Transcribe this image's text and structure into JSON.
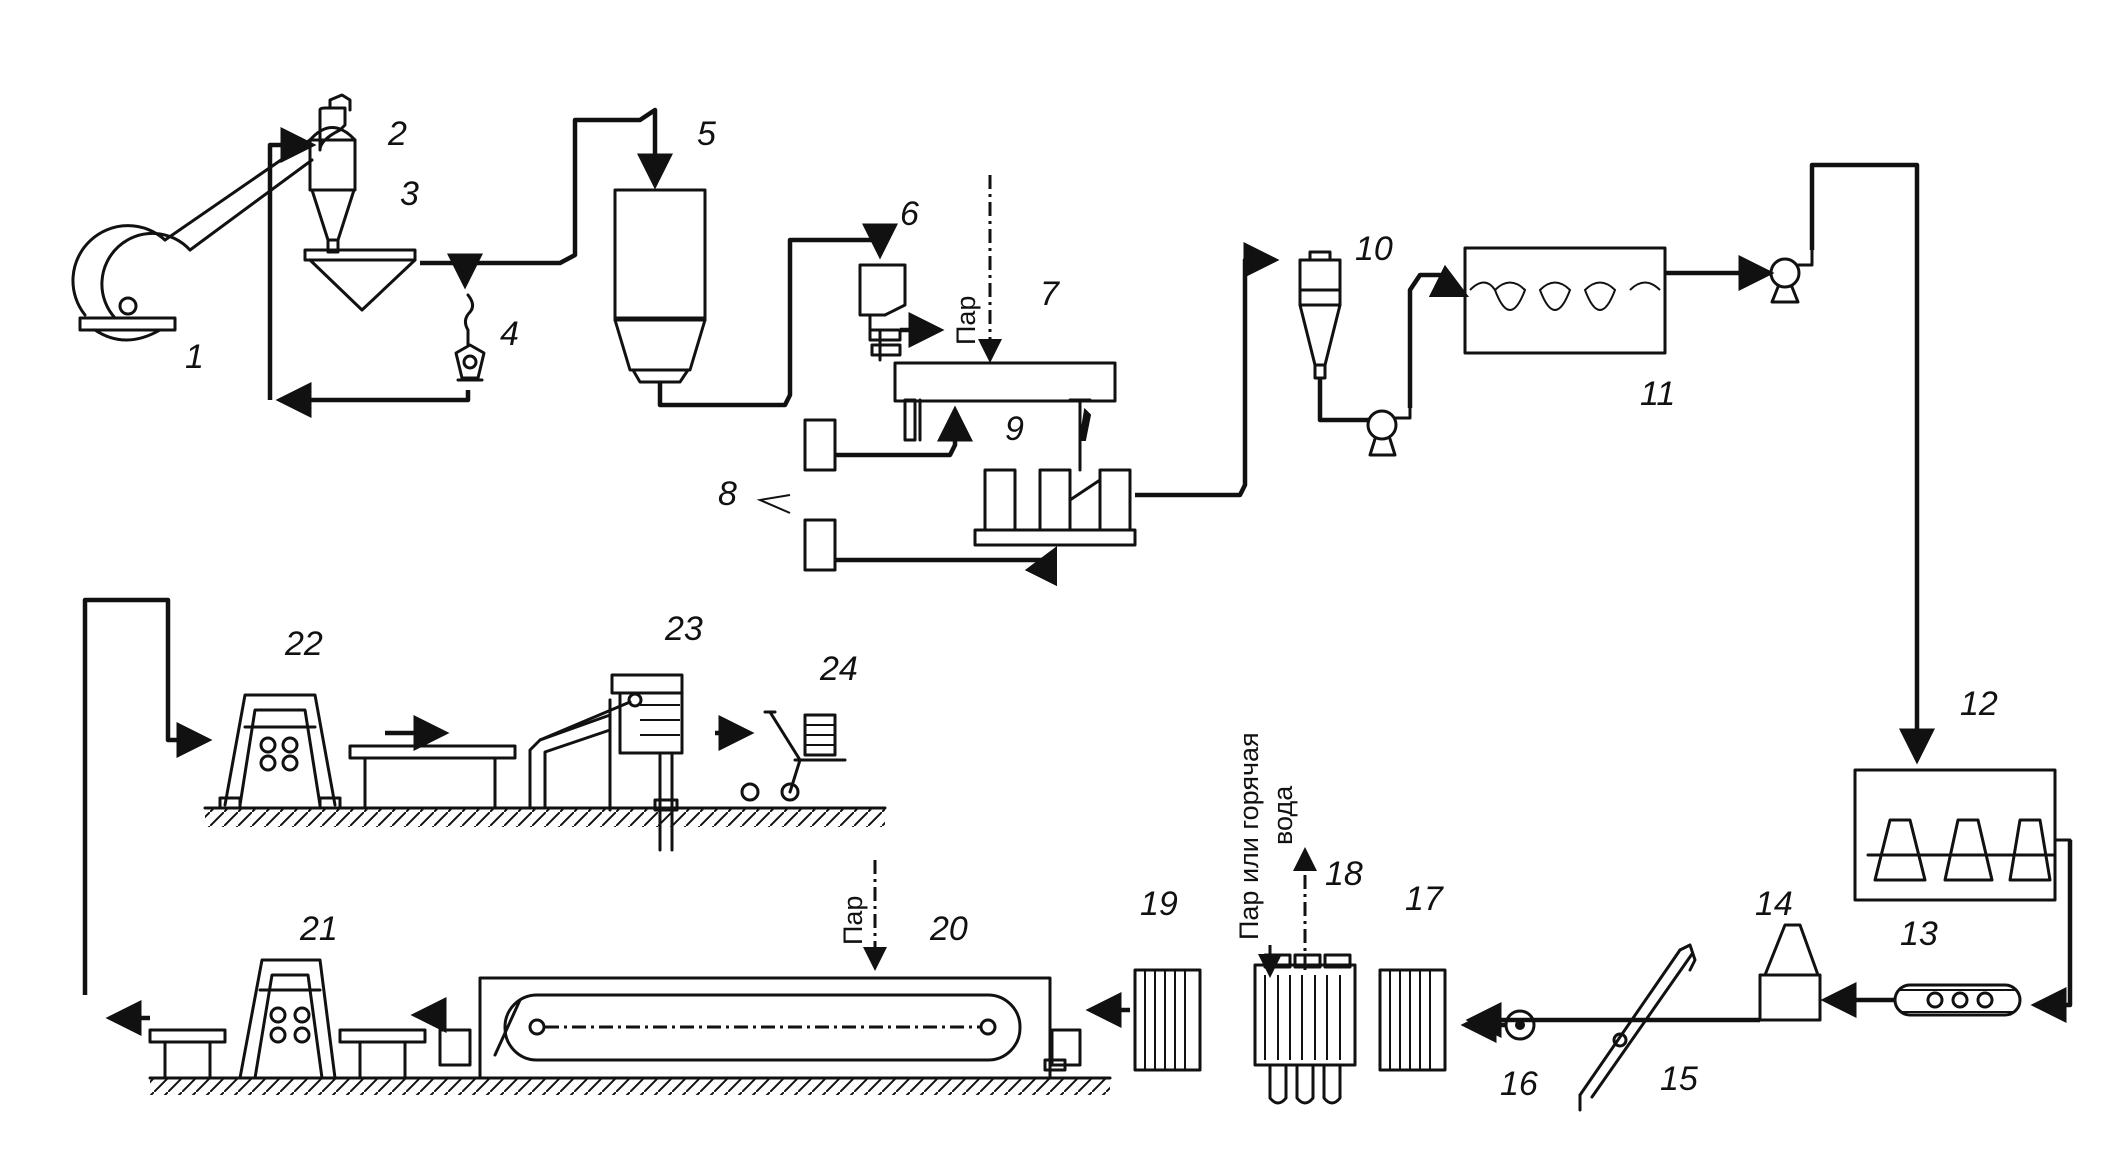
{
  "labels": {
    "n1": "1",
    "n2": "2",
    "n3": "3",
    "n4": "4",
    "n5": "5",
    "n6": "6",
    "n7": "7",
    "n8": "8",
    "n9": "9",
    "n10": "10",
    "n11": "11",
    "n12": "12",
    "n13": "13",
    "n14": "14",
    "n15": "15",
    "n16": "16",
    "n17": "17",
    "n18": "18",
    "n19": "19",
    "n20": "20",
    "n21": "21",
    "n22": "22",
    "n23": "23",
    "n24": "24"
  },
  "annotations": {
    "steam_top": "Пар",
    "steam_bottom": "Пар",
    "steam_water_line1": "Пар или горячая",
    "steam_water_line2": "вода"
  }
}
